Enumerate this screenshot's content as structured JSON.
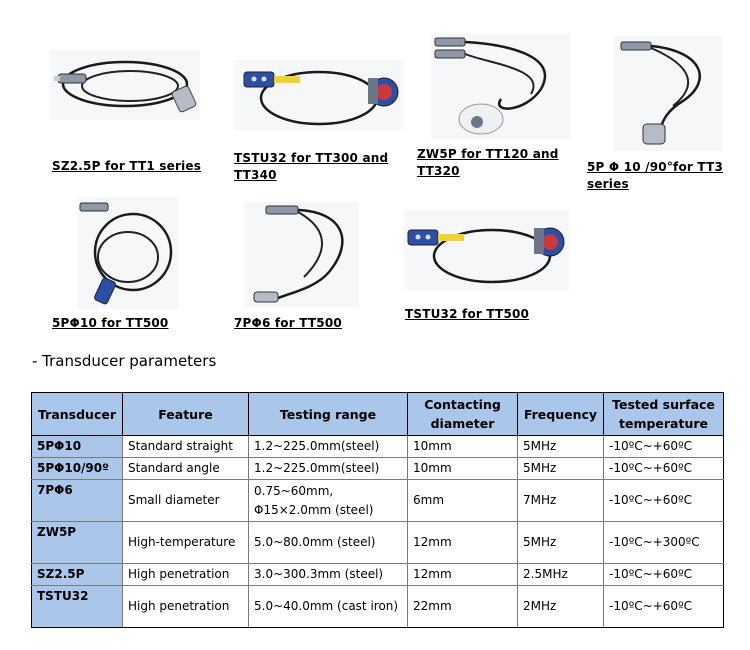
{
  "products": [
    {
      "caption": "SZ2.5P for TT1 series"
    },
    {
      "caption": "TSTU32 for TT300 and TT340"
    },
    {
      "caption": "ZW5P for TT120 and TT320"
    },
    {
      "caption": "5P Φ 10 /90°for TT3 series"
    },
    {
      "caption": "5PΦ10 for TT500"
    },
    {
      "caption": "7PΦ6 for TT500"
    },
    {
      "caption": "TSTU32 for TT500"
    }
  ],
  "section_title": "- Transducer parameters",
  "table": {
    "headers": [
      "Transducer",
      "Feature",
      "Testing range",
      "Contacting diameter",
      "Frequency",
      "Tested surface temperature"
    ],
    "rows": [
      [
        "5PΦ10",
        "Standard straight",
        "1.2~225.0mm(steel)",
        "10mm",
        "5MHz",
        "-10ºC~+60ºC"
      ],
      [
        "5PΦ10/90º",
        "Standard angle",
        "1.2~225.0mm(steel)",
        "10mm",
        "5MHz",
        "-10ºC~+60ºC"
      ],
      [
        "7PΦ6",
        "Small diameter",
        "0.75~60mm, Φ15×2.0mm (steel)",
        "6mm",
        "7MHz",
        "-10ºC~+60ºC"
      ],
      [
        "ZW5P",
        "High-temperature",
        "5.0~80.0mm (steel)",
        "12mm",
        "5MHz",
        "-10ºC~+300ºC"
      ],
      [
        "SZ2.5P",
        "High penetration",
        "3.0~300.3mm (steel)",
        "12mm",
        "2.5MHz",
        "-10ºC~+60ºC"
      ],
      [
        "TSTU32",
        "High penetration",
        "5.0~40.0mm (cast iron)",
        "22mm",
        "2MHz",
        "-10ºC~+60ºC"
      ]
    ]
  },
  "colors": {
    "header_background": "#aac6ea",
    "cable": "#1a1a1a",
    "probe_metal": "#9aa7b8",
    "probe_blue": "#2b4fa8",
    "cable_yellow": "#f2d22e"
  }
}
